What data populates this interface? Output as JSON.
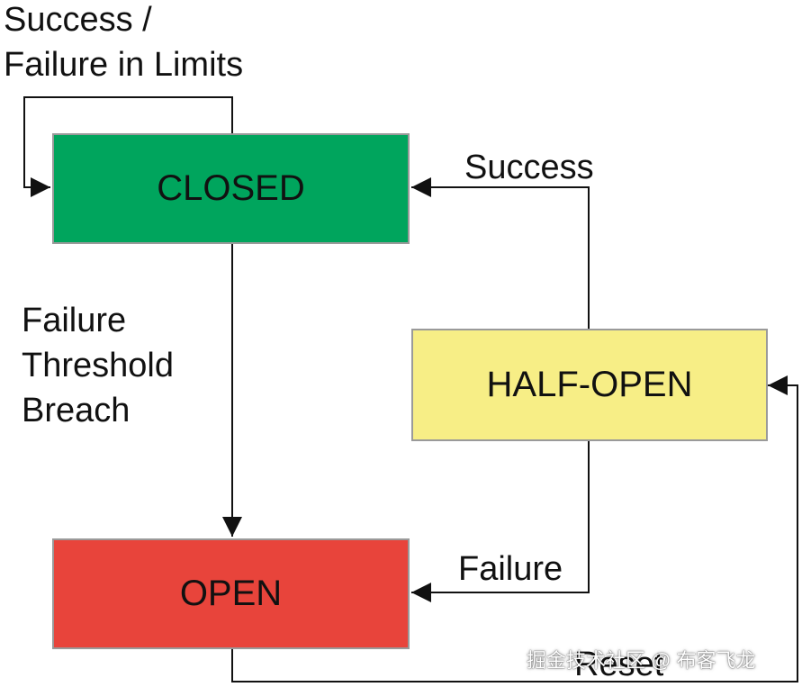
{
  "states": {
    "closed": {
      "label": "CLOSED",
      "color": "#00a55d"
    },
    "open": {
      "label": "OPEN",
      "color": "#e8443b"
    },
    "half_open": {
      "label": "HALF-OPEN",
      "color": "#f7ee86"
    }
  },
  "transitions": {
    "self_loop": "Success /\nFailure in Limits",
    "closed_to_open": "Failure\nThreshold\nBreach",
    "half_open_to_closed": "Success",
    "half_open_to_open": "Failure",
    "open_to_half_open": "Reset"
  },
  "watermark": "掘金技术社区 @ 布客飞龙"
}
